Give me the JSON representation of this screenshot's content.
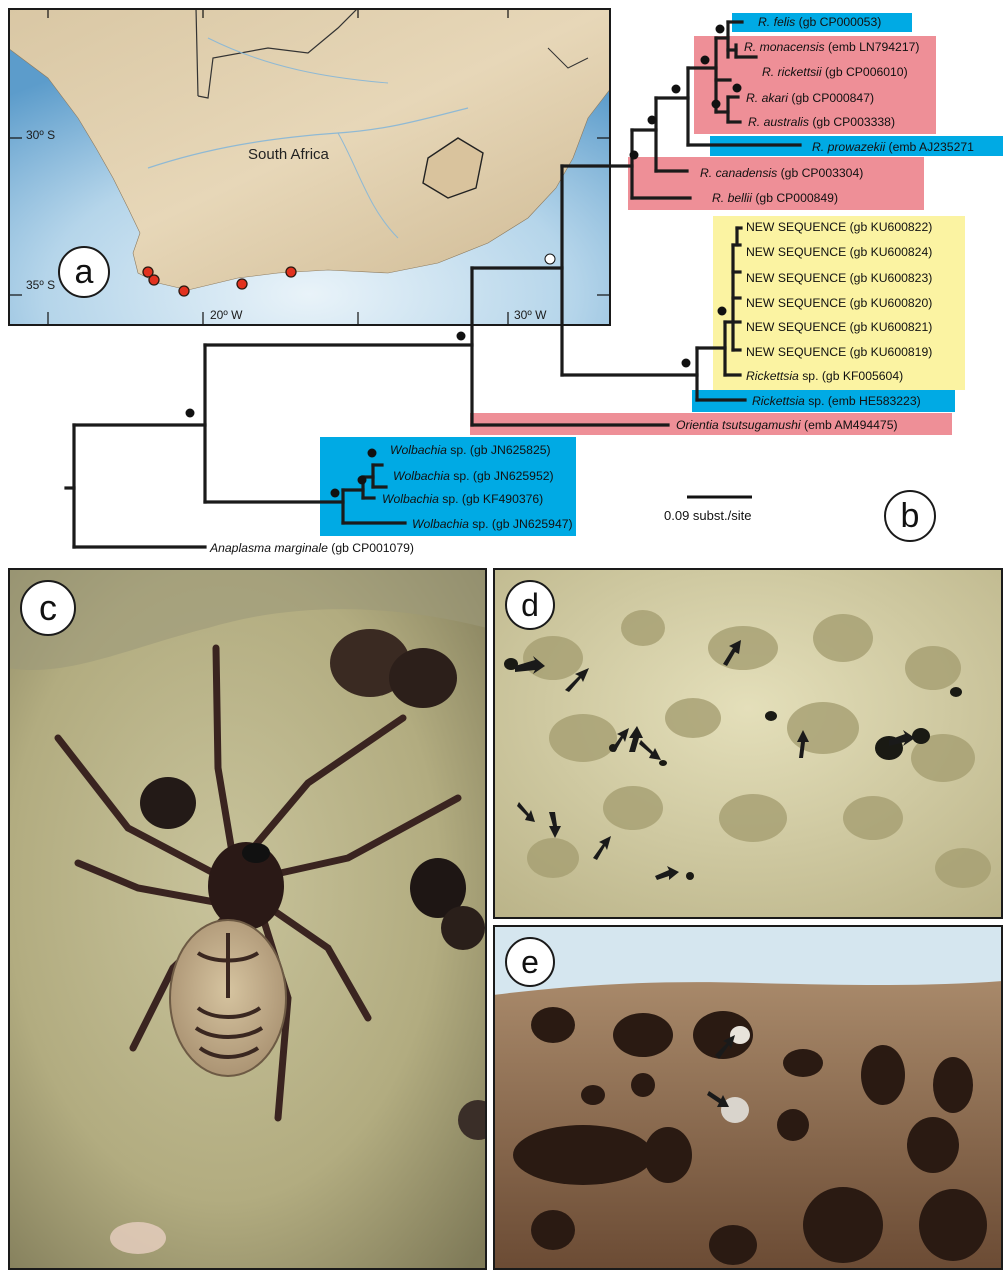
{
  "panel_labels": {
    "a": "a",
    "b": "b",
    "c": "c",
    "d": "d",
    "e": "e"
  },
  "map": {
    "country": "South Africa",
    "lat_labels": [
      "30º S",
      "35º S"
    ],
    "lon_labels": [
      "20º W",
      "30º W"
    ],
    "sample_sites": 5
  },
  "tree": {
    "scale_label": "0.09 subst./site",
    "colors": {
      "blue": "#00aae4",
      "pink": "#ee8f97",
      "yellow": "#fbf3a2"
    },
    "leaves": [
      {
        "name": "R. felis",
        "acc": " (gb CP000053)",
        "italic": true
      },
      {
        "name": "R. monacensis",
        "acc": " (emb LN794217)",
        "italic": true
      },
      {
        "name": "R. rickettsii",
        "acc": " (gb CP006010)",
        "italic": true
      },
      {
        "name": "R. akari",
        "acc": " (gb CP000847)",
        "italic": true
      },
      {
        "name": "R. australis",
        "acc": " (gb CP003338)",
        "italic": true
      },
      {
        "name": "R. prowazekii",
        "acc": " (emb AJ235271",
        "italic": true
      },
      {
        "name": "R. canadensis",
        "acc": " (gb CP003304)",
        "italic": true
      },
      {
        "name": "R. bellii",
        "acc": " (gb CP000849)",
        "italic": true
      },
      {
        "name": "NEW SEQUENCE",
        "acc": " (gb KU600822)",
        "italic": false
      },
      {
        "name": "NEW SEQUENCE",
        "acc": " (gb KU600824)",
        "italic": false
      },
      {
        "name": "NEW SEQUENCE",
        "acc": " (gb KU600823)",
        "italic": false
      },
      {
        "name": "NEW SEQUENCE",
        "acc": " (gb KU600820)",
        "italic": false
      },
      {
        "name": "NEW SEQUENCE",
        "acc": " (gb KU600821)",
        "italic": false
      },
      {
        "name": "NEW SEQUENCE",
        "acc": " (gb KU600819)",
        "italic": false
      },
      {
        "name": "Rickettsia",
        "acc": " sp. (gb KF005604)",
        "italic": true
      },
      {
        "name": "Rickettsia",
        "acc": " sp. (emb HE583223)",
        "italic": true
      },
      {
        "name": "Orientia tsutsugamushi",
        "acc": " (emb AM494475)",
        "italic": true
      },
      {
        "name": "Wolbachia",
        "acc": " sp. (gb JN625825)",
        "italic": true
      },
      {
        "name": "Wolbachia",
        "acc": " sp. (gb JN625952)",
        "italic": true
      },
      {
        "name": "Wolbachia",
        "acc": " sp. (gb KF490376)",
        "italic": true
      },
      {
        "name": "Wolbachia",
        "acc": " sp. (gb JN625947)",
        "italic": true
      },
      {
        "name": "Anaplasma marginale",
        "acc": " (gb CP001079)",
        "italic": true
      }
    ]
  }
}
